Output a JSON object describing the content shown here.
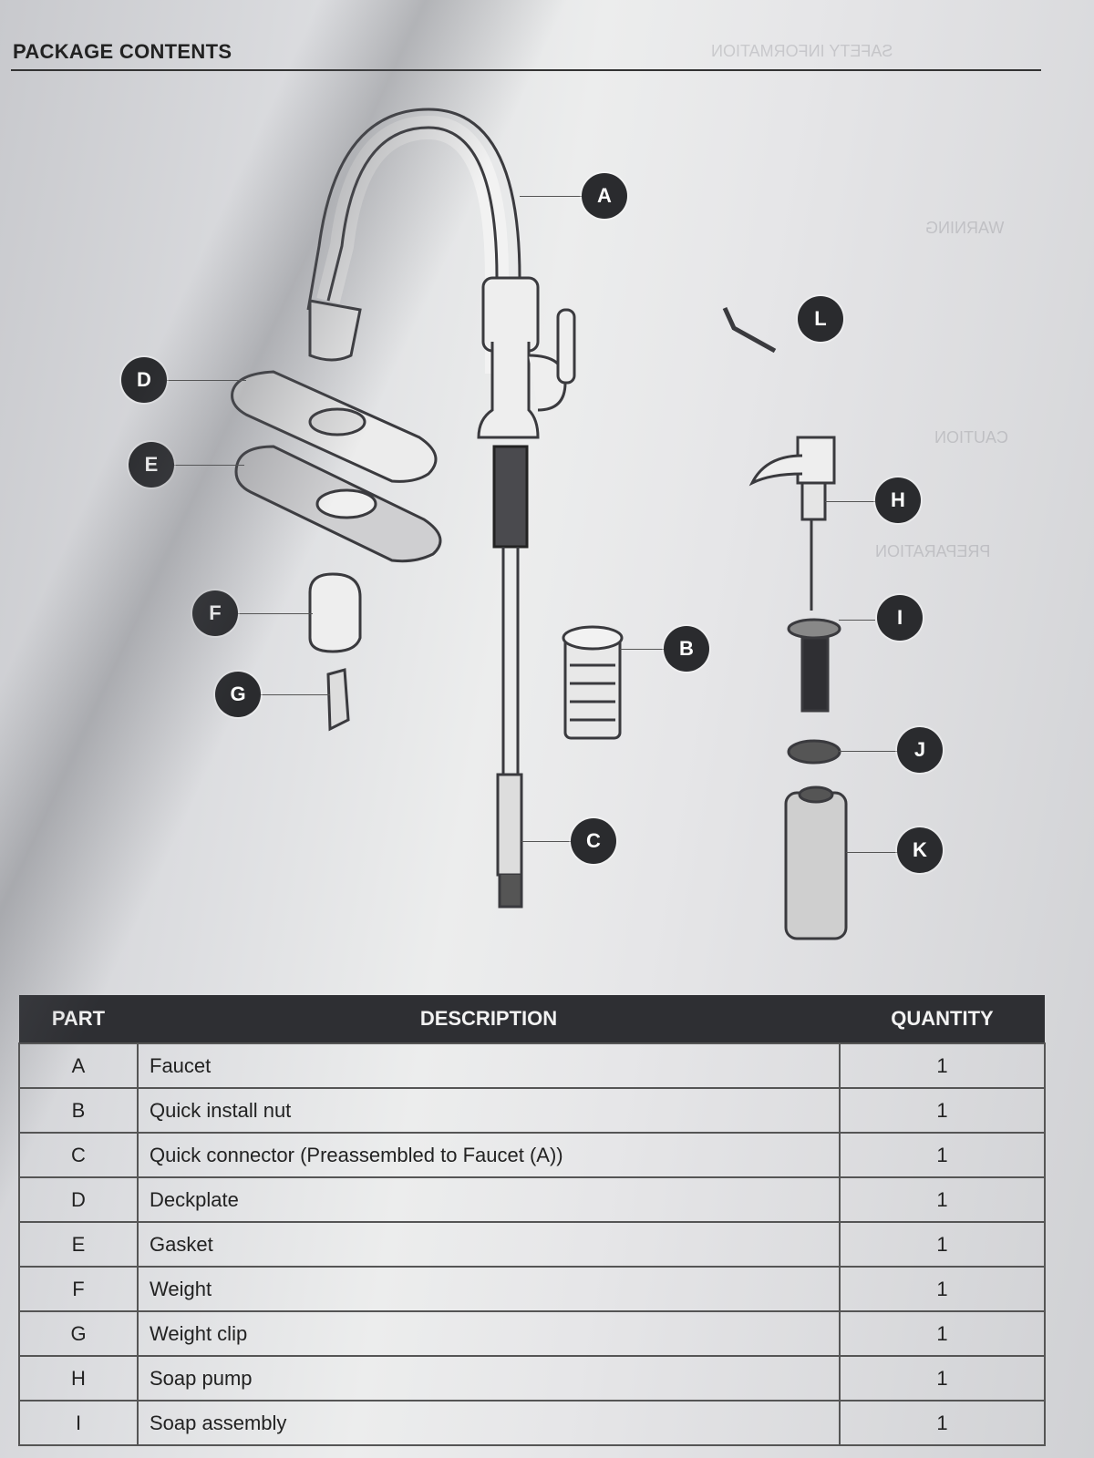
{
  "header": {
    "title": "PACKAGE CONTENTS",
    "bleed_through": [
      "SAFETY INFORMATION",
      "WARNING",
      "CAUTION",
      "PREPARATION"
    ]
  },
  "diagram": {
    "callouts": [
      "A",
      "B",
      "C",
      "D",
      "E",
      "F",
      "G",
      "H",
      "I",
      "J",
      "K",
      "L"
    ]
  },
  "table": {
    "headers": {
      "part": "PART",
      "description": "DESCRIPTION",
      "quantity": "QUANTITY"
    },
    "rows": [
      {
        "part": "A",
        "description": "Faucet",
        "quantity": "1"
      },
      {
        "part": "B",
        "description": "Quick install nut",
        "quantity": "1"
      },
      {
        "part": "C",
        "description": "Quick connector (Preassembled to Faucet (A))",
        "quantity": "1"
      },
      {
        "part": "D",
        "description": "Deckplate",
        "quantity": "1"
      },
      {
        "part": "E",
        "description": "Gasket",
        "quantity": "1"
      },
      {
        "part": "F",
        "description": "Weight",
        "quantity": "1"
      },
      {
        "part": "G",
        "description": "Weight clip",
        "quantity": "1"
      },
      {
        "part": "H",
        "description": "Soap pump",
        "quantity": "1"
      },
      {
        "part": "I",
        "description": "Soap assembly",
        "quantity": "1"
      }
    ]
  }
}
